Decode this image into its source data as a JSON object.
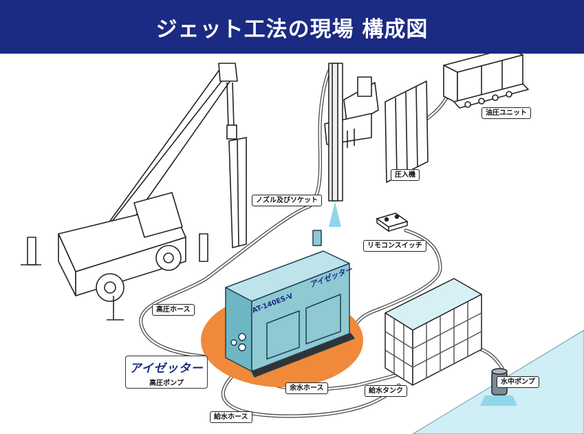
{
  "header": {
    "title": "ジェット工法の現場 構成図"
  },
  "colors": {
    "banner": "#1b2a82",
    "machine": "#8fc9d2",
    "highlight": "#f08a3a",
    "water": "#cfeef6"
  },
  "machine": {
    "model": "AT-140ES-V",
    "brand": "アイゼッター"
  },
  "pump_logo": {
    "brand": "アイゼッター",
    "subtitle": "高圧ポンプ"
  },
  "labels": {
    "hydraulic_unit": "油圧ユニット",
    "press_machine": "圧入機",
    "nozzle_socket": "ノズル及びソケット",
    "remote_switch": "リモコンスイッチ",
    "high_pressure_hose": "高圧ホース",
    "surplus_water_hose": "余水ホース",
    "water_tank": "給水タンク",
    "submersible_pump": "水中ポンプ",
    "supply_hose": "給水ホース"
  }
}
